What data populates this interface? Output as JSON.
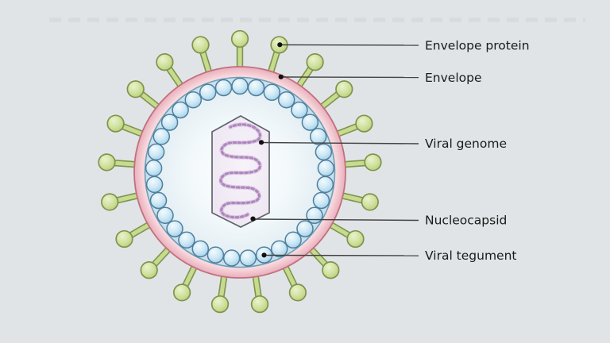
{
  "diagram": {
    "type": "virus-structure",
    "labels": [
      {
        "id": "envelope-protein",
        "text": "Envelope protein"
      },
      {
        "id": "envelope",
        "text": "Envelope"
      },
      {
        "id": "viral-genome",
        "text": "Viral genome"
      },
      {
        "id": "nucleocapsid",
        "text": "Nucleocapsid"
      },
      {
        "id": "viral-tegument",
        "text": "Viral tegument"
      }
    ],
    "structure": {
      "spike_count": 21,
      "bead_count": 33
    },
    "colors": {
      "background": "#e0e4e7",
      "spike_fill": "#c7db8e",
      "spike_outline": "#7f934d",
      "envelope_fill": "#f3cad2",
      "envelope_outline": "#c1707d",
      "tegument_band": "#c9e0ed",
      "tegument_outline": "#6f9db5",
      "bead_fill": "#bfe0f2",
      "bead_outline": "#4f7f9d",
      "capsid_fill": "#f0eaf4",
      "capsid_outline": "#60646e",
      "genome_dark": "#a87fb5",
      "genome_light": "#cfb3d8",
      "label_text": "#1a1a1a",
      "leader_line": "#424242",
      "leader_dot": "#101010"
    }
  }
}
